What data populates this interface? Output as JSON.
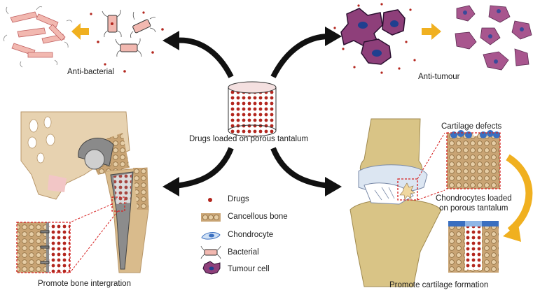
{
  "labels": {
    "center": "Drugs loaded on porous tantalum",
    "anti_bacterial": "Anti-bacterial",
    "anti_tumour": "Anti-tumour",
    "bone": "Promote bone intergration",
    "cartilage": "Promote cartilage formation",
    "cartilage_defects": "Cartilage defects",
    "chondrocytes_loaded_1": "Chondrocytes loaded",
    "chondrocytes_loaded_2": "on porous tantalum"
  },
  "legend": [
    {
      "label": "Drugs",
      "icon": "drug-dot-icon"
    },
    {
      "label": "Cancellous bone",
      "icon": "cancellous-bone-icon"
    },
    {
      "label": "Chondrocyte",
      "icon": "chondrocyte-icon"
    },
    {
      "label": "Bacterial",
      "icon": "bacterial-icon"
    },
    {
      "label": "Tumour cell",
      "icon": "tumour-cell-icon"
    }
  ],
  "colors": {
    "drug": "#b3261e",
    "bone": "#d4b58a",
    "bone_dark": "#8a6a3e",
    "tumour": "#8e3f7a",
    "tumour_nucleus": "#1f3f8f",
    "arrow": "#111111",
    "orange_arrow": "#f0b020",
    "dash": "#d62020",
    "bacteria_fill": "#f2b8b0",
    "chondrocyte": "#6a9fd8"
  }
}
